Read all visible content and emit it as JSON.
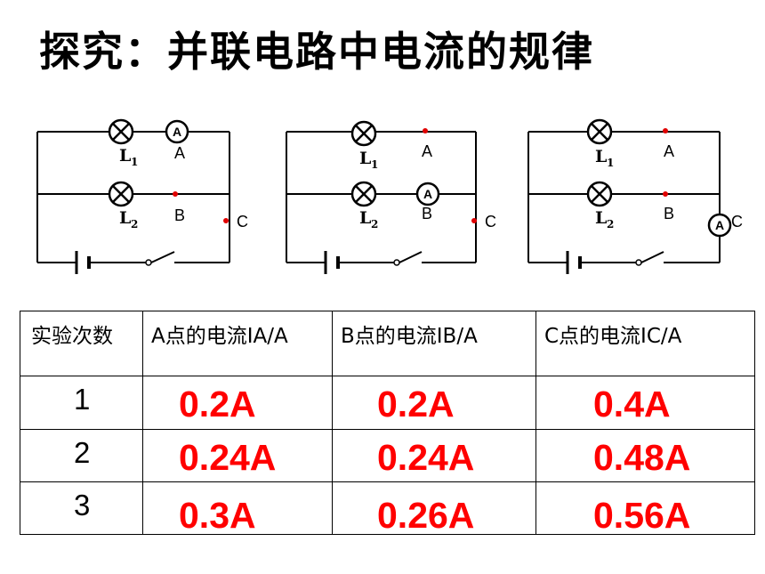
{
  "title": "探究：并联电路中电流的规律",
  "circuits": {
    "lamp1": "L",
    "lamp1_sub": "1",
    "lamp2": "L",
    "lamp2_sub": "2",
    "point_a": "A",
    "point_b": "B",
    "point_c": "C",
    "ammeter": "A"
  },
  "table": {
    "headers": [
      "实验次数",
      "A点的电流IA/A",
      "B点的电流IB/A",
      "C点的电流IC/A"
    ],
    "rows": [
      {
        "trial": "1",
        "ia": "0.2A",
        "ib": "0.2A",
        "ic": "0.4A"
      },
      {
        "trial": "2",
        "ia": "0.24A",
        "ib": "0.24A",
        "ic": "0.48A"
      },
      {
        "trial": "3",
        "ia": "0.3A",
        "ib": "0.26A",
        "ic": "0.56A"
      }
    ]
  },
  "colors": {
    "value_red": "#ff0000",
    "dot_red": "#e00000"
  }
}
